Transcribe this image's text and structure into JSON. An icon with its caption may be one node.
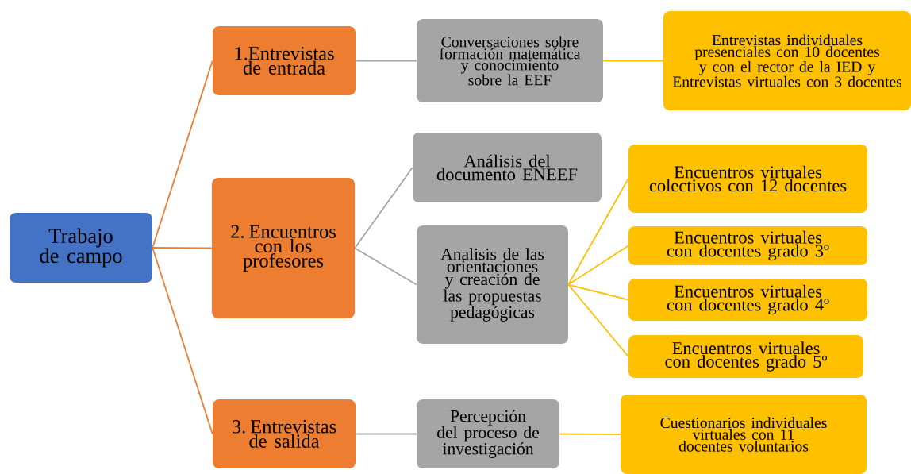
{
  "diagram": {
    "nodes": [
      {
        "text": [
          "Trabajo de campo"
        ]
      },
      {
        "text": [
          "1.Entrevistas de entrada"
        ]
      },
      {
        "text": [
          "2. Encuentros con los profesores"
        ]
      },
      {
        "text": [
          "3. Entrevistas de salida"
        ]
      },
      {
        "text": [
          "Conversaciones sobre formación matemática y conocimiento sobre la EEF"
        ]
      },
      {
        "text": [
          "Análisis del documento ENEEF"
        ]
      },
      {
        "text": [
          "Analisis de las orientaciones y creación de las propuestas pedagógicas"
        ]
      },
      {
        "text": [
          "Percepción del proceso de investigación"
        ]
      },
      {
        "text": [
          "Entrevistas individuales presenciales con 10 docentes y con el rector de la IED y Entrevistas virtuales con 3 docentes"
        ]
      },
      {
        "text": [
          "Encuentros virtuales colectivos con 12 docentes"
        ]
      },
      {
        "text": [
          "Encuentros virtuales con docentes grado 3º"
        ]
      },
      {
        "text": [
          "Encuentros virtuales con docentes grado 4º"
        ]
      },
      {
        "text": [
          "Encuentros virtuales con docentes grado 5º"
        ]
      },
      {
        "text": [
          "Cuestionarios individuales virtuales con 11 docentes voluntarios"
        ]
      }
    ],
    "edges": [
      {
        "from": 0,
        "to": 1,
        "arrow": "none",
        "color": "#ed7d31"
      },
      {
        "from": 0,
        "to": 2,
        "arrow": "none",
        "color": "#ed7d31"
      },
      {
        "from": 0,
        "to": 3,
        "arrow": "none",
        "color": "#ed7d31"
      },
      {
        "from": 1,
        "to": 4,
        "arrow": "none",
        "color": "#a5a5a5"
      },
      {
        "from": 2,
        "to": 5,
        "arrow": "none",
        "color": "#a5a5a5"
      },
      {
        "from": 2,
        "to": 6,
        "arrow": "none",
        "color": "#a5a5a5"
      },
      {
        "from": 3,
        "to": 7,
        "arrow": "none",
        "color": "#a5a5a5"
      },
      {
        "from": 4,
        "to": 8,
        "arrow": "none",
        "color": "#ffc000"
      },
      {
        "from": 6,
        "to": 9,
        "arrow": "none",
        "color": "#ffc000"
      },
      {
        "from": 6,
        "to": 10,
        "arrow": "none",
        "color": "#ffc000"
      },
      {
        "from": 6,
        "to": 11,
        "arrow": "none",
        "color": "#ffc000"
      },
      {
        "from": 6,
        "to": 12,
        "arrow": "none",
        "color": "#ffc000"
      },
      {
        "from": 7,
        "to": 13,
        "arrow": "none",
        "color": "#ffc000"
      }
    ]
  }
}
